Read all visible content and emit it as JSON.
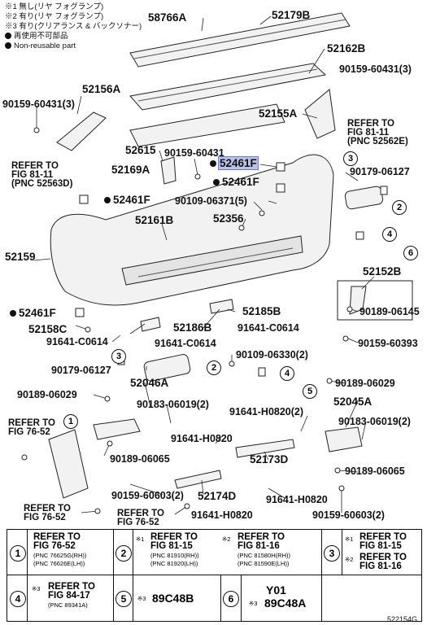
{
  "notes": [
    "※1 無し(リヤ フォグランプ)",
    "※2 有り(リヤ フォグランプ)",
    "※3 有り(クリアランス & バックソナー)"
  ],
  "legend_marks": {
    "nonreusable_jp": "再使用不可部品",
    "nonreusable_en": "Non-reusable part"
  },
  "parts": {
    "p58766A": "58766A",
    "p52179B": "52179B",
    "p52162B": "52162B",
    "p90159_60431_3a": "90159-60431(3)",
    "p52156A": "52156A",
    "p90159_60431_3b": "90159-60431(3)",
    "p52155A": "52155A",
    "p52615": "52615",
    "p90159_60431": "90159-60431",
    "p52461F_hl": "52461F",
    "p52169A": "52169A",
    "p52461F_b": "52461F",
    "p90179_06127_a": "90179-06127",
    "p52461F_c": "52461F",
    "p90109_06371": "90109-06371(5)",
    "p52161B": "52161B",
    "p52356": "52356",
    "p52159": "52159",
    "p52152B": "52152B",
    "p52461F_d": "52461F",
    "p52185B": "52185B",
    "p90189_06145": "90189-06145",
    "p52158C": "52158C",
    "p52186B": "52186B",
    "p91641_C0614_a": "91641-C0614",
    "p91641_C0614_b": "91641-C0614",
    "p91641_C0614_c": "91641-C0614",
    "p90159_60393": "90159-60393",
    "p90109_06330": "90109-06330(2)",
    "p90179_06127_b": "90179-06127",
    "p52046A": "52046A",
    "p90189_06029_a": "90189-06029",
    "p90183_06019_a": "90183-06019(2)",
    "p90189_06029_b": "90189-06029",
    "p52045A": "52045A",
    "p91641_H0820_2": "91641-H0820(2)",
    "p90183_06019_b": "90183-06019(2)",
    "p91641_H0820_a": "91641-H0820",
    "p90189_06065_a": "90189-06065",
    "p52173D": "52173D",
    "p90189_06065_b": "90189-06065",
    "p91641_H0820_b": "91641-H0820",
    "p90159_60603_a": "90159-60603(2)",
    "p52174D": "52174D",
    "p90159_60603_b": "90159-60603(2)",
    "p91641_H0820_c": "91641-H0820"
  },
  "refs": {
    "r81_11_a": [
      "REFER TO",
      "FIG 81-11",
      "(PNC 52562E)"
    ],
    "r81_11_b": [
      "REFER TO",
      "FIG 81-11",
      "(PNC 52563D)"
    ],
    "r76_52_a": [
      "REFER TO",
      "FIG 76-52"
    ],
    "r76_52_b": [
      "REFER TO",
      "FIG 76-52"
    ],
    "r76_52_c": [
      "REFER TO",
      "FIG 76-52"
    ]
  },
  "circle_labels": [
    "1",
    "2",
    "3",
    "4",
    "5",
    "6"
  ],
  "legend": {
    "c1": {
      "num": "1",
      "lines": [
        "REFER TO",
        "FIG 76-52"
      ],
      "sub": [
        "(PNC 76625G(RH))",
        "(PNC 76626E(LH))"
      ]
    },
    "c2a": {
      "num": "2",
      "mark": "※1",
      "lines": [
        "REFER TO",
        "FIG 81-15"
      ],
      "sub": [
        "(PNC 81910(RH))",
        "(PNC 81920(LH))"
      ]
    },
    "c2b": {
      "mark": "※2",
      "lines": [
        "REFER TO",
        "FIG 81-16"
      ],
      "sub": [
        "(PNC 81580H(RH))",
        "(PNC 81590E(LH))"
      ]
    },
    "c3a": {
      "num": "3",
      "mark": "※1",
      "lines": [
        "REFER TO",
        "FIG 81-15"
      ]
    },
    "c3b": {
      "mark": "※2",
      "lines": [
        "REFER TO",
        "FIG 81-16"
      ]
    },
    "c4": {
      "num": "4",
      "mark": "※3",
      "lines": [
        "REFER TO",
        "FIG 84-17"
      ],
      "sub": [
        "(PNC 89341A)"
      ]
    },
    "c5": {
      "num": "5",
      "mark": "※3",
      "value": "89C48B"
    },
    "c6": {
      "num": "6",
      "top": "Y01",
      "mark": "※3",
      "value": "89C48A"
    }
  },
  "figure_id": "522154G"
}
